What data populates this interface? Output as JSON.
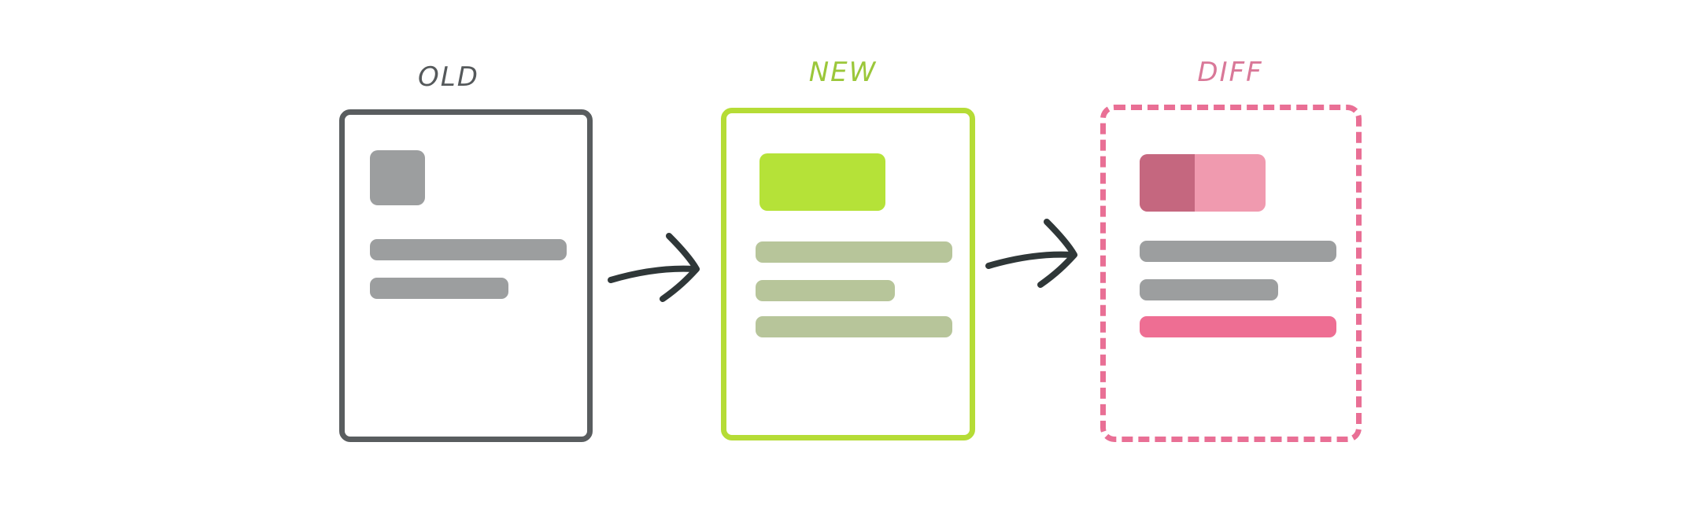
{
  "labels": {
    "old": "OLD",
    "new": "NEW",
    "diff": "DIFF"
  },
  "colors": {
    "old_border": "#595d5f",
    "new_border": "#b5dc36",
    "diff_border": "#e96f95",
    "gray_block": "#9c9e9f",
    "new_block": "#b5e238",
    "new_bar": "#b7c59a",
    "diff_removed": "#c5677f",
    "diff_added": "#f09aaf",
    "diff_highlight": "#ee6e93",
    "arrow": "#2f3738"
  },
  "icons": [
    "arrow-right-icon",
    "arrow-right-icon"
  ]
}
